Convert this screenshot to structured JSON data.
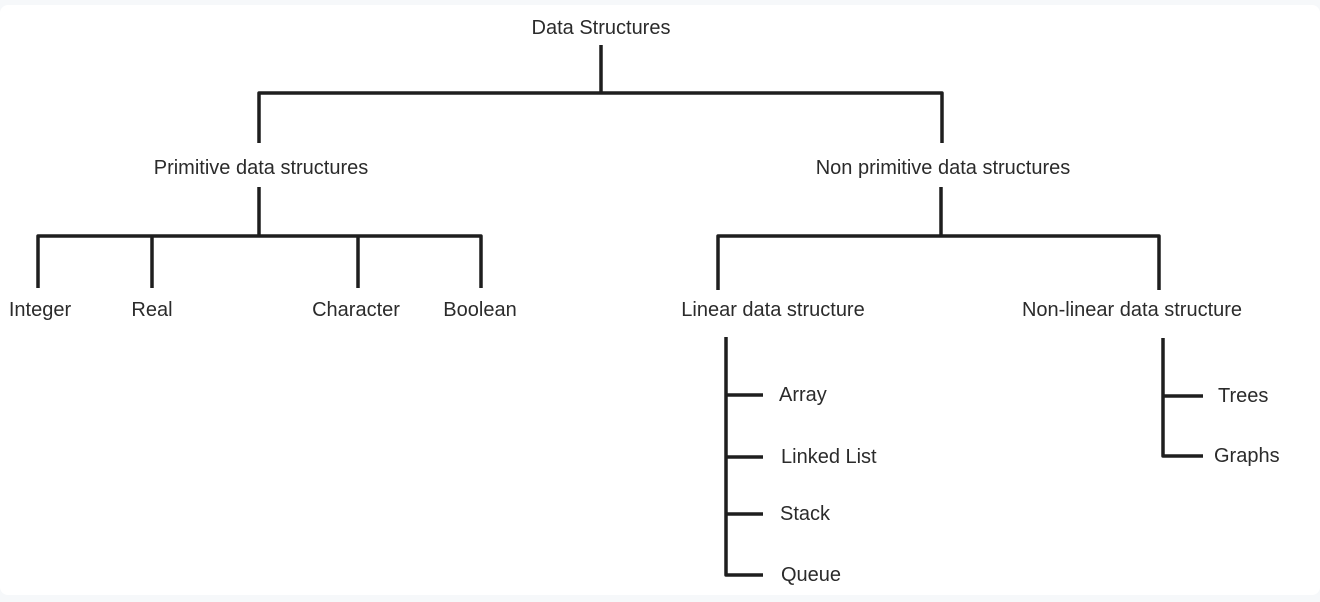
{
  "tree": {
    "root": {
      "label": "Data Structures"
    },
    "primitive": {
      "label": "Primitive data structures",
      "children": [
        {
          "label": "Integer"
        },
        {
          "label": "Real"
        },
        {
          "label": "Character"
        },
        {
          "label": "Boolean"
        }
      ]
    },
    "nonprimitive": {
      "label": "Non primitive data structures"
    },
    "linear": {
      "label": "Linear data structure",
      "items": [
        {
          "label": "Array"
        },
        {
          "label": "Linked List"
        },
        {
          "label": "Stack"
        },
        {
          "label": "Queue"
        }
      ]
    },
    "nonlinear": {
      "label": "Non-linear data structure",
      "items": [
        {
          "label": "Trees"
        },
        {
          "label": "Graphs"
        }
      ]
    }
  },
  "colors": {
    "line": "#1e1e1e",
    "text": "#2b2b2b",
    "canvas_background": "#ffffff",
    "frame_background": "#f6f8fa"
  }
}
